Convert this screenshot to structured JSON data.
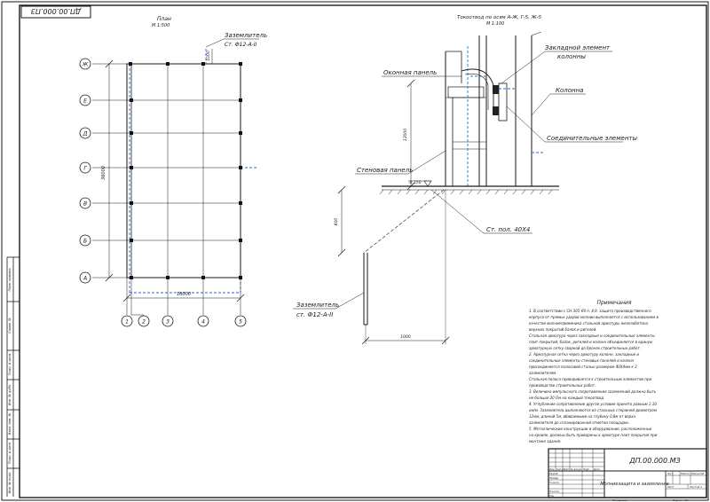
{
  "stamp_top": "ДП.00.000.ПЗ",
  "plan": {
    "title": "План",
    "scale": "М 1:500",
    "grounding_top": "Заземлитель",
    "grounding_top_spec": "Ст. Ф12-А-II",
    "dim_top": "1000",
    "dim_height": "36000",
    "dim_width": "18000",
    "row_axes": [
      "Ж",
      "Е",
      "Д",
      "Г",
      "В",
      "Б",
      "А"
    ],
    "col_axes": [
      "1",
      "2",
      "3",
      "4",
      "5"
    ]
  },
  "detail": {
    "title": "Токоотвод по осям А-Ж, Г-5, Ж-5",
    "scale": "М 1:100",
    "embedded_element": "Закладной элемент",
    "embedded_element_2": "колонны",
    "window_panel": "Оконная панель",
    "column": "Колонна",
    "connectors": "Соединительные элементы",
    "wall_panel": "Стеновая панель",
    "level": "-0,150",
    "dim_vertical": "12000",
    "dim_below": "600",
    "strip": "Ст. пол. 40Х4",
    "grounding": "Заземлитель",
    "grounding_spec": "ст. Ф12-А-II",
    "dim_horizontal": "1000"
  },
  "notes": {
    "title": "Примечания",
    "lines": [
      "1. В соответствии с СН-305-69 п. 4.9. защита производственного",
      "корпуса от прямых ударов молнии выполняется с использованием в",
      "качестве молниеприемника стальной арматуры железобетона",
      "верхних покрытий балок и ригелей.",
      "Стальная арматура через закладные и соединительные элементы",
      "плит покрытий, балок, ригелей и колонн объединяется в единую",
      "арматурную сетку сваркой до бронях строительных работ.",
      "2. Арматурная сетка через арматуру колонн, закладные и",
      "соединительные элементы стеновых панелей и колонн",
      "присоединяется полосовой сталью размером 40Х4мм к 3",
      "заземлителям.",
      "Стальная полоса приваривается к строительным элементам при",
      "производстве строительных работ.",
      "3. Величина импульсного сопротивления заземлений должна быть",
      "не больше 20 Ом на каждый токоотвод.",
      "4. Углубление сопротивление другое условие принято равным 1:10",
      "ом/м. Заземлитель выполняются из стальных стержней диаметром",
      "12мм, длиной 5м, вбиваемыми на глубину 0,8м от верха",
      "заземлителя до спланированной отметки площадки.",
      "5. Металлические конструкции и оборудование, расположенные",
      "на кровле, должны быть приварены к арматуре плит покрытия при",
      "монтаже здания."
    ]
  },
  "title_block": {
    "code": "ДП.00.000.МЗ",
    "name": "Молниезащита и заземление",
    "cols": [
      "Изм.",
      "Кол.уч.",
      "Лист",
      "№ докум.",
      "Подп.",
      "Дата"
    ],
    "rows": [
      "Разраб.",
      "Провер.",
      "Т.контр.",
      "",
      "Н.контр.",
      "Утв."
    ],
    "lit": "Лит.",
    "mass": "Масса",
    "scale": "Масштаб",
    "sheet": "Лист",
    "sheets": "Листов 1",
    "copied": "Копировал",
    "format": "Формат А1"
  },
  "margin_labels": [
    "Перв. примен.",
    "Справ. №",
    "Подп. и дата",
    "Инв. № дубл.",
    "Взам. инв. №",
    "Подп. и дата",
    "Инв. № подл."
  ]
}
